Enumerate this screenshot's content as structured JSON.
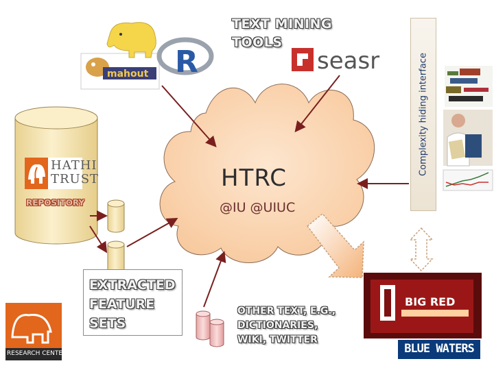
{
  "text_mining": {
    "title_line1": "TEXT MINING",
    "title_line2": "TOOLS",
    "tools": [
      {
        "label": "mahout",
        "icon": "mahout-logo-icon"
      },
      {
        "label": "R",
        "icon": "r-logo-icon"
      },
      {
        "label": "seasr",
        "icon": "seasr-logo-icon"
      },
      {
        "label": "hadoop-elephant",
        "icon": "hadoop-logo-icon"
      }
    ]
  },
  "side_panel": {
    "label": "Complexity hiding interface"
  },
  "center": {
    "title": "HTRC",
    "subtitle": "@IU @UIUC"
  },
  "repository": {
    "logo_text_line1": "HATHI",
    "logo_text_line2": "TRUST",
    "label": "REPOSITORY"
  },
  "features": {
    "line1": "EXTRACTED",
    "line2": "FEATURE",
    "line3": "SETS"
  },
  "other_text": {
    "line1": "OTHER TEXT, E.G.,",
    "line2": "DICTIONARIES,",
    "line3": "WIKI, TWITTER"
  },
  "research_center": {
    "label": "RESEARCH CENTER"
  },
  "blue_waters": {
    "label": "BLUE WATERS"
  },
  "colors": {
    "cloud": "#f9d2ad",
    "cylinder": "#f6e5b3",
    "arrow": "#7a1f1f",
    "seasr_red": "#c8302c",
    "iu_red": "#7d1111",
    "blue_waters": "#0a3a7a",
    "research_orange": "#e2661c"
  }
}
